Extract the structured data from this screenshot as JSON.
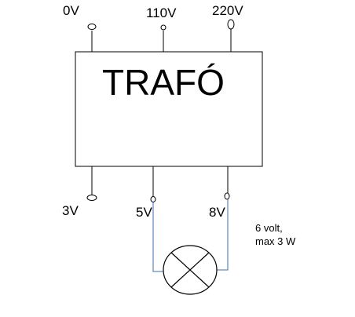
{
  "transformer": {
    "title": "TRAFÓ"
  },
  "terminals": {
    "primary": [
      {
        "id": "0v",
        "label": "0V"
      },
      {
        "id": "110v",
        "label": "110V"
      },
      {
        "id": "220v",
        "label": "220V"
      }
    ],
    "secondary": [
      {
        "id": "3v",
        "label": "3V"
      },
      {
        "id": "5v",
        "label": "5V"
      },
      {
        "id": "8v",
        "label": "8V"
      }
    ]
  },
  "lamp": {
    "note_line1": "6 volt,",
    "note_line2": "max 3 W"
  },
  "colors": {
    "lines": "#000000",
    "lamp_wire": "#3a6fb0",
    "background": "#ffffff"
  }
}
